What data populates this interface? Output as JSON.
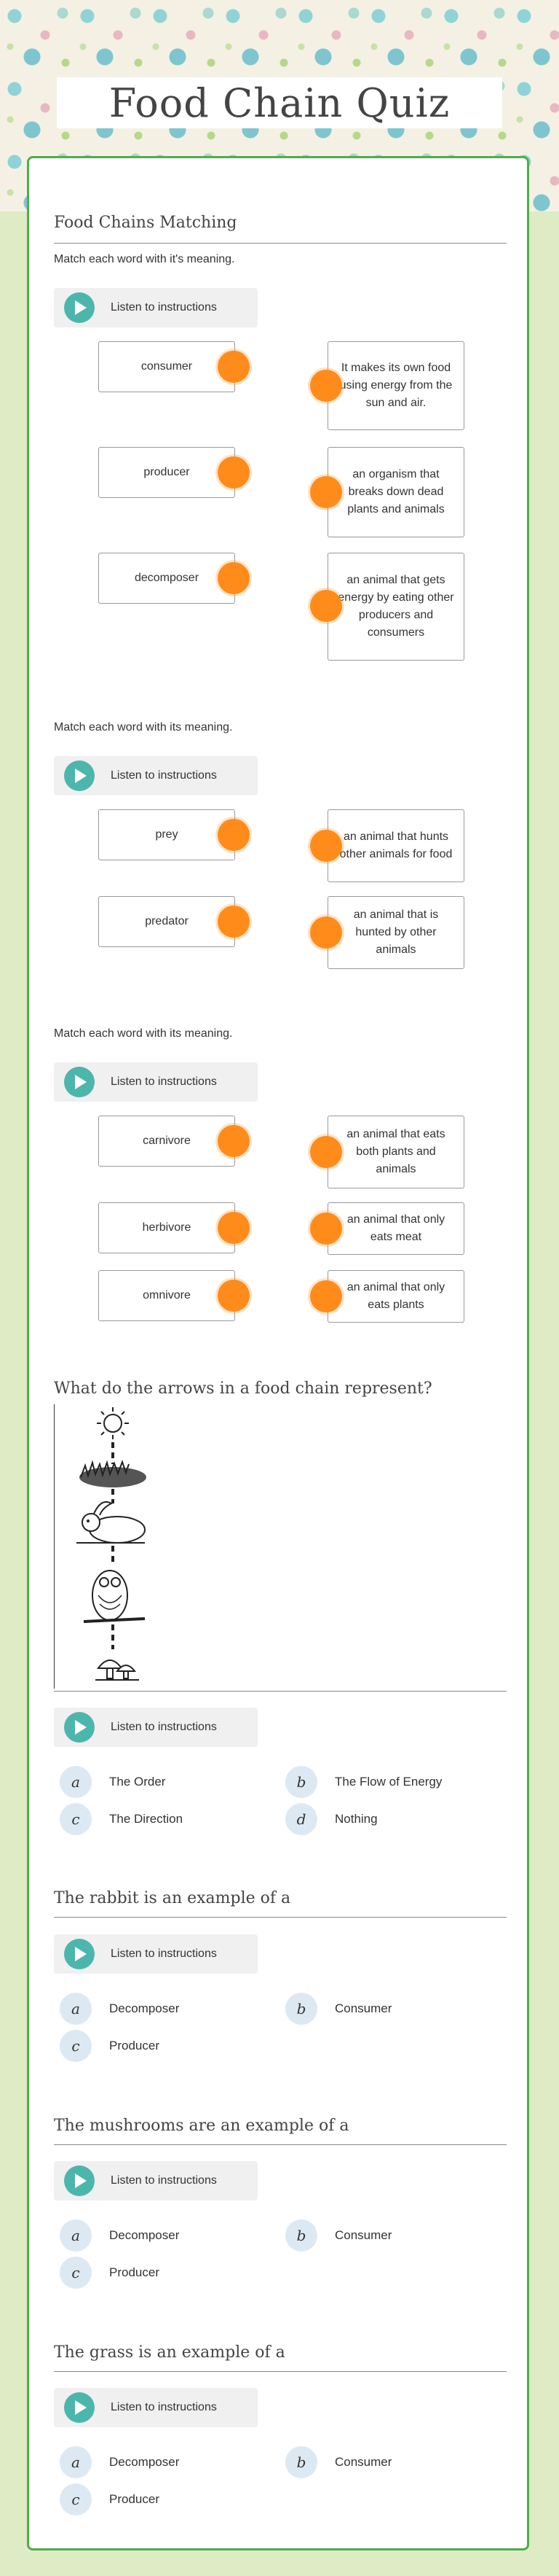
{
  "title": "Food Chain Quiz",
  "listen_label": "Listen to instructions",
  "matching": {
    "heading": "Food Chains Matching",
    "sections": [
      {
        "instruction": "Match each word with it's meaning.",
        "left": [
          "consumer",
          "producer",
          "decomposer"
        ],
        "right": [
          "It makes its own food using energy from the sun and air.",
          "an organism that breaks down dead plants and animals",
          "an animal that gets energy by eating other producers and consumers"
        ]
      },
      {
        "instruction": "Match each word with its meaning.",
        "left": [
          "prey",
          "predator"
        ],
        "right": [
          "an animal that hunts other animals for food",
          "an animal that is hunted by other animals"
        ]
      },
      {
        "instruction": "Match each word with its meaning.",
        "left": [
          "carnivore",
          "herbivore",
          "omnivore"
        ],
        "right": [
          "an animal that eats both plants and animals",
          "an animal that only eats meat",
          "an animal that only eats plants"
        ]
      }
    ]
  },
  "questions": [
    {
      "question": "What do the arrows in a food chain represent?",
      "options": [
        {
          "letter": "a",
          "text": "The Order"
        },
        {
          "letter": "b",
          "text": "The Flow of Energy"
        },
        {
          "letter": "c",
          "text": "The Direction"
        },
        {
          "letter": "d",
          "text": "Nothing"
        }
      ]
    },
    {
      "question": "The rabbit is an example of a",
      "options": [
        {
          "letter": "a",
          "text": "Decomposer"
        },
        {
          "letter": "b",
          "text": "Consumer"
        },
        {
          "letter": "c",
          "text": "Producer"
        }
      ]
    },
    {
      "question": "The mushrooms are an example of a",
      "options": [
        {
          "letter": "a",
          "text": "Decomposer"
        },
        {
          "letter": "b",
          "text": "Consumer"
        },
        {
          "letter": "c",
          "text": "Producer"
        }
      ]
    },
    {
      "question": "The grass is an example of a",
      "options": [
        {
          "letter": "a",
          "text": "Decomposer"
        },
        {
          "letter": "b",
          "text": "Consumer"
        },
        {
          "letter": "c",
          "text": "Producer"
        }
      ]
    }
  ]
}
